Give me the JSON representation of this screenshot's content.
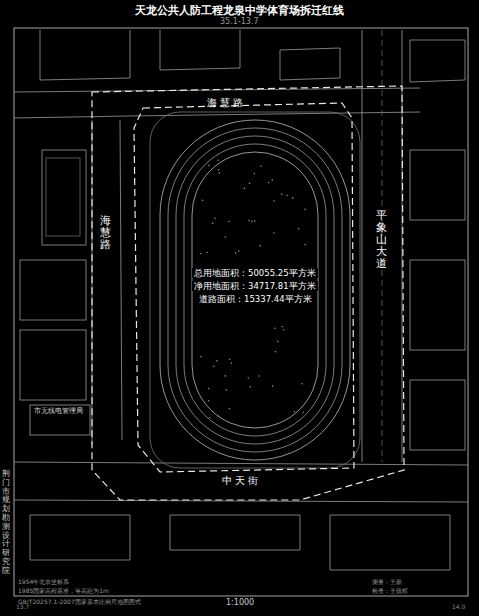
{
  "diagram": {
    "title": "天龙公共人防工程龙泉中学体育场拆迁红线",
    "labels": [
      "35.1-13.7",
      "海 慧 路",
      "海慧路",
      "平象山大道",
      "中 天 街",
      "总用地面积：50055.25平方米",
      "净用地面积：34717.81平方米",
      "道路面积：15337.44平方米",
      "市无线电管理局",
      "1:1000",
      "荆门市规划勘测设计研究院",
      "1954年北京坐标系",
      "1985国家高程基准，等高距为1m",
      "GB/T20257.1-2007国家基本比例尺地图图式",
      "测量：王磊",
      "检查：王德权",
      "13.7",
      "14.0"
    ]
  }
}
